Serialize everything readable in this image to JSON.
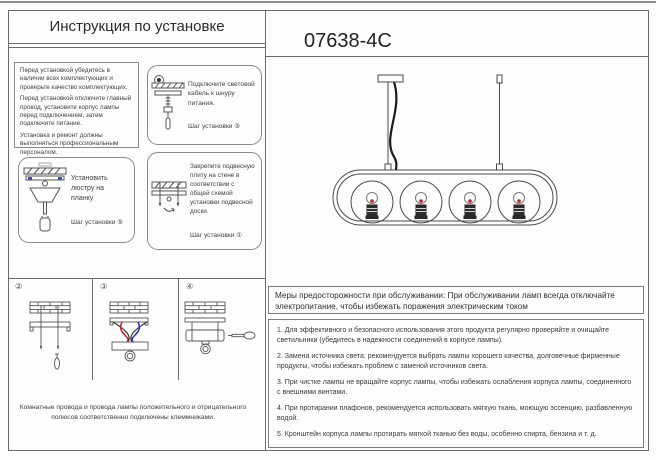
{
  "header": {
    "title": "Инструкция по установке",
    "model": "07638-4C"
  },
  "left_column": {
    "warnings_box": {
      "paragraphs": [
        "Перед установкой убедитесь в наличии всех комплектующих и проверьте качество комплектующих.",
        "Перед установкой отключите главный провод, установите корпус лампы перед подключением, затем подключите питание.",
        "Установка и ремонт должны выполняться профессиональным персоналом."
      ]
    },
    "connect_cable_box": {
      "text": "Подключите световой кабель к шнуру питания.",
      "step_label": "Шаг установки ③"
    },
    "hang_chandelier_box": {
      "text": "Установить люстру на планку",
      "step_label": "Шаг установки ⑤"
    },
    "mount_plate_box": {
      "text": "Закрепите подвесную плиту на стене в соответствии с общей схемой установки подвесной доски.",
      "step_label": "Шаг установки ①"
    },
    "panels": [
      {
        "number": "②"
      },
      {
        "number": "③"
      },
      {
        "number": "④"
      }
    ],
    "bottom_note": "Комнатные провода и провода лампы положительного и отрицательного полюсов соответственно подключены клеммниками."
  },
  "safety": {
    "header": "Меры предосторожности при обслуживании: При обслуживании ламп всегда отключайте электропитание, чтобы избежать поражения электрическим током",
    "items": [
      "1.  Для эффективного и безопасного использования этого продукта регулярно проверяйте и очищайте светильники (убедитесь в надежности соединений в корпусе лампы).",
      "2.  Замена источника света: рекомендуется выбрать лампы хорошего качества, долговечные фирменные продукты, чтобы избежать проблем с заменой источников света.",
      "3.  При чистке лампы не вращайте корпус лампы, чтобы избежать ослабления корпуса лампы, соединенного с внешними винтами.",
      "4.  При протирании плафонов, рекомендуется использовать мягкую ткань,  моющую эссенцию, разбавленную водой.",
      "5.  Кронштейн корпуса лампы протирать мягкой тканью без воды, особенно спирта, бензина и т. д."
    ]
  },
  "colors": {
    "line_gray": "#6b6b6b",
    "wire_red": "#c22222",
    "wire_blue": "#2233bb",
    "bulb_dot_red": "#c22222",
    "bolt_accent_blue": "#3355cc",
    "cable_black": "#1a1a1a"
  }
}
